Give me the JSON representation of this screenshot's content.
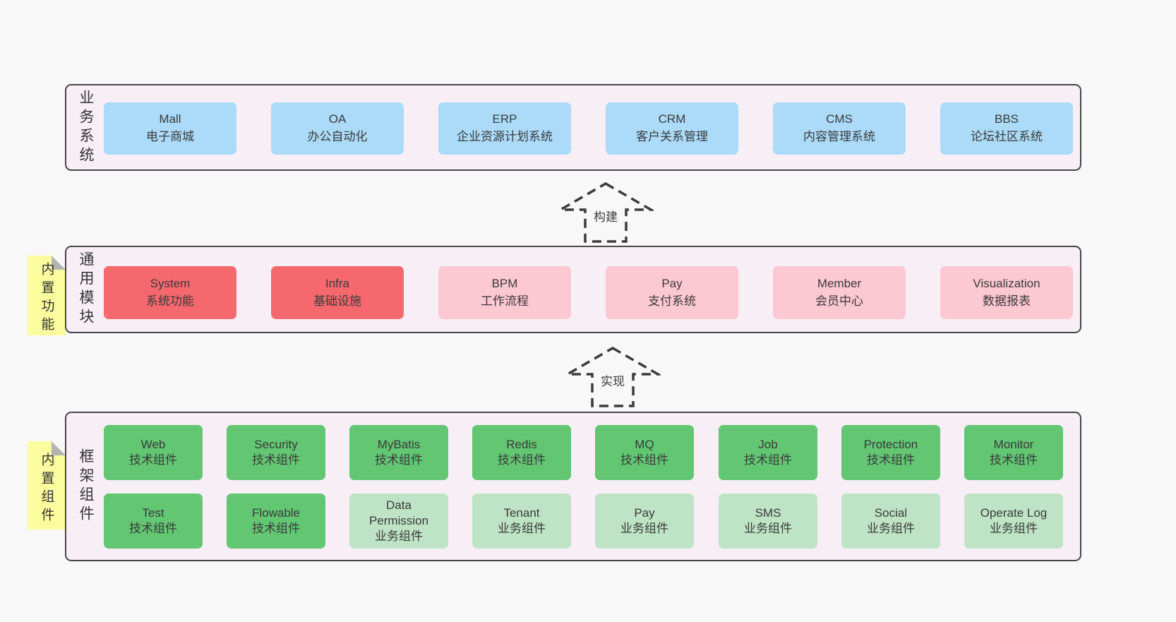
{
  "colors": {
    "page_bg": "#f8f8f8",
    "layer_bg": "#f8eef6",
    "layer_border": "#474747",
    "business_box": "#abdbf8",
    "module_core_box": "#f5696e",
    "module_box": "#fcc8d2",
    "tech_component_box": "#62c673",
    "biz_component_box": "#bfe4c5",
    "sticky_note": "#fbfc9d",
    "sticky_fold": "#b4b4b4",
    "text": "#3a3a3a"
  },
  "business": {
    "label": "业务系统",
    "items": [
      {
        "name": "Mall",
        "desc": "电子商城"
      },
      {
        "name": "OA",
        "desc": "办公自动化"
      },
      {
        "name": "ERP",
        "desc": "企业资源计划系统"
      },
      {
        "name": "CRM",
        "desc": "客户关系管理"
      },
      {
        "name": "CMS",
        "desc": "内容管理系统"
      },
      {
        "name": "BBS",
        "desc": "论坛社区系统"
      }
    ]
  },
  "arrows": {
    "build": "构建",
    "implement": "实现"
  },
  "common": {
    "sticky": "内置功能",
    "label": "通用模块",
    "items": [
      {
        "name": "System",
        "desc": "系统功能",
        "variant": "red"
      },
      {
        "name": "Infra",
        "desc": "基础设施",
        "variant": "red"
      },
      {
        "name": "BPM",
        "desc": "工作流程",
        "variant": "pink"
      },
      {
        "name": "Pay",
        "desc": "支付系统",
        "variant": "pink"
      },
      {
        "name": "Member",
        "desc": "会员中心",
        "variant": "pink"
      },
      {
        "name": "Visualization",
        "desc": "数据报表",
        "variant": "pink"
      }
    ]
  },
  "framework": {
    "sticky": "内置组件",
    "label": "框架组件",
    "row1": [
      {
        "name": "Web",
        "desc": "技术组件",
        "variant": "green-dark"
      },
      {
        "name": "Security",
        "desc": "技术组件",
        "variant": "green-dark"
      },
      {
        "name": "MyBatis",
        "desc": "技术组件",
        "variant": "green-dark"
      },
      {
        "name": "Redis",
        "desc": "技术组件",
        "variant": "green-dark"
      },
      {
        "name": "MQ",
        "desc": "技术组件",
        "variant": "green-dark"
      },
      {
        "name": "Job",
        "desc": "技术组件",
        "variant": "green-dark"
      },
      {
        "name": "Protection",
        "desc": "技术组件",
        "variant": "green-dark"
      },
      {
        "name": "Monitor",
        "desc": "技术组件",
        "variant": "green-dark"
      }
    ],
    "row2": [
      {
        "name": "Test",
        "desc": "技术组件",
        "variant": "green-dark"
      },
      {
        "name": "Flowable",
        "desc": "技术组件",
        "variant": "green-dark"
      },
      {
        "name": "Data Permission",
        "desc": "业务组件",
        "variant": "green-light"
      },
      {
        "name": "Tenant",
        "desc": "业务组件",
        "variant": "green-light"
      },
      {
        "name": "Pay",
        "desc": "业务组件",
        "variant": "green-light"
      },
      {
        "name": "SMS",
        "desc": "业务组件",
        "variant": "green-light"
      },
      {
        "name": "Social",
        "desc": "业务组件",
        "variant": "green-light"
      },
      {
        "name": "Operate Log",
        "desc": "业务组件",
        "variant": "green-light"
      }
    ]
  }
}
